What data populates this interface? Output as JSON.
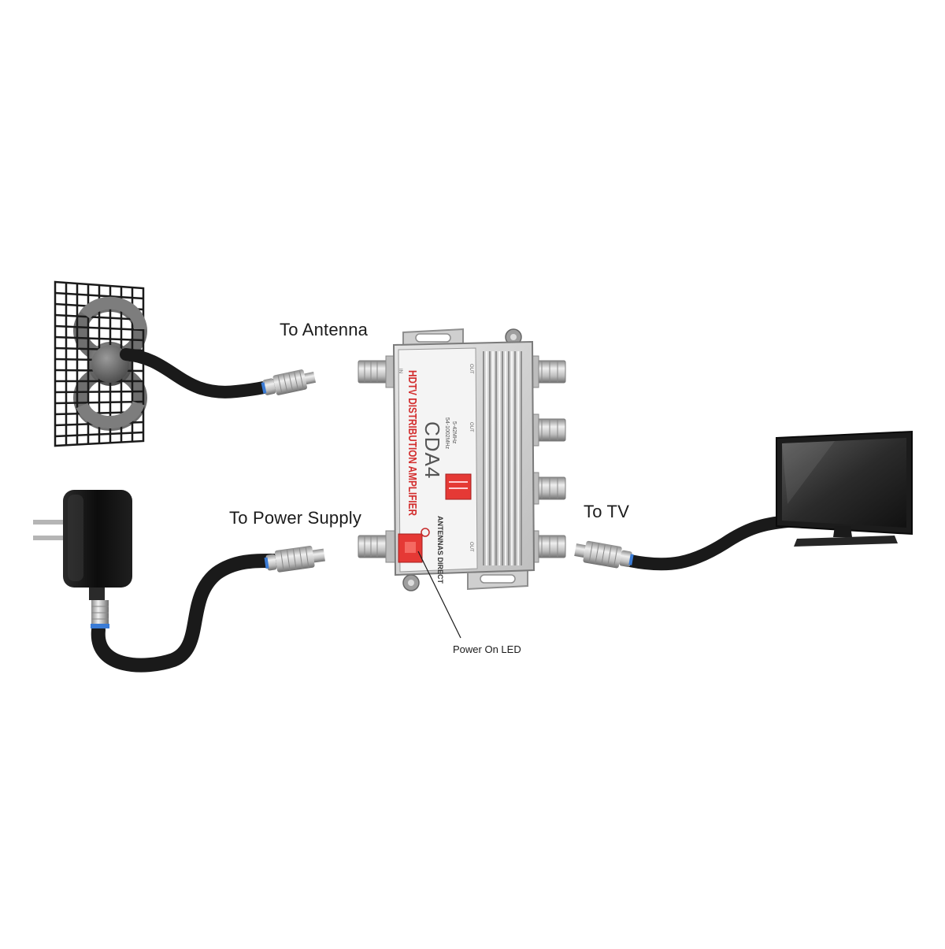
{
  "labels": {
    "to_antenna": "To Antenna",
    "to_power_supply": "To Power Supply",
    "to_tv": "To TV",
    "power_on_led": "Power On LED"
  },
  "amplifier": {
    "title": "HDTV DISTRIBUTION AMPLIFIER",
    "model": "CDA4",
    "brand": "ANTENNAS DIRECT",
    "in_port_label": "IN",
    "out_port_label": "OUT",
    "spec_line_1": "54-1002MHz",
    "spec_line_2": "5-42MHz"
  },
  "colors": {
    "cable": "#1a1a1a",
    "connector": "#b9b9b9",
    "connector_band": "#3a7bd5",
    "amplifier_body": "#d4d4d4",
    "amplifier_label": "#e53935",
    "background": "#ffffff"
  },
  "icons": [
    "antenna-icon",
    "power-adapter-icon",
    "tv-icon",
    "amplifier-icon"
  ]
}
